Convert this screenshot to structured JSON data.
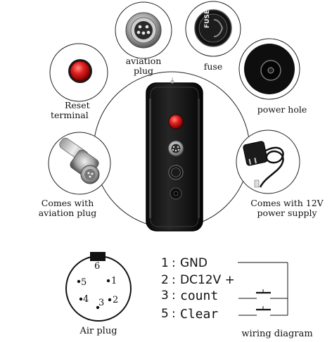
{
  "labels": {
    "aviation_plug": [
      "aviation",
      "plug"
    ],
    "fuse": "fuse",
    "reset_terminal": [
      "Reset",
      "terminal"
    ],
    "power_hole": "power hole",
    "comes_with_aviation_plug": [
      "Comes with",
      "aviation plug"
    ],
    "comes_with_power_supply": [
      "Comes with 12V",
      "power supply"
    ],
    "fuse_cap_text": "FUSE"
  },
  "air_plug": {
    "caption": "Air plug",
    "pins": [
      "6",
      "5",
      "1",
      "4",
      "3",
      "2"
    ]
  },
  "wiring": {
    "caption": "wiring diagram",
    "rows": [
      {
        "num": "1",
        "sep": ":",
        "label": "GND"
      },
      {
        "num": "2",
        "sep": ":",
        "label": "DC12V +"
      },
      {
        "num": "3",
        "sep": ":",
        "label": "count"
      },
      {
        "num": "5",
        "sep": ":",
        "label": "Clear"
      }
    ]
  }
}
